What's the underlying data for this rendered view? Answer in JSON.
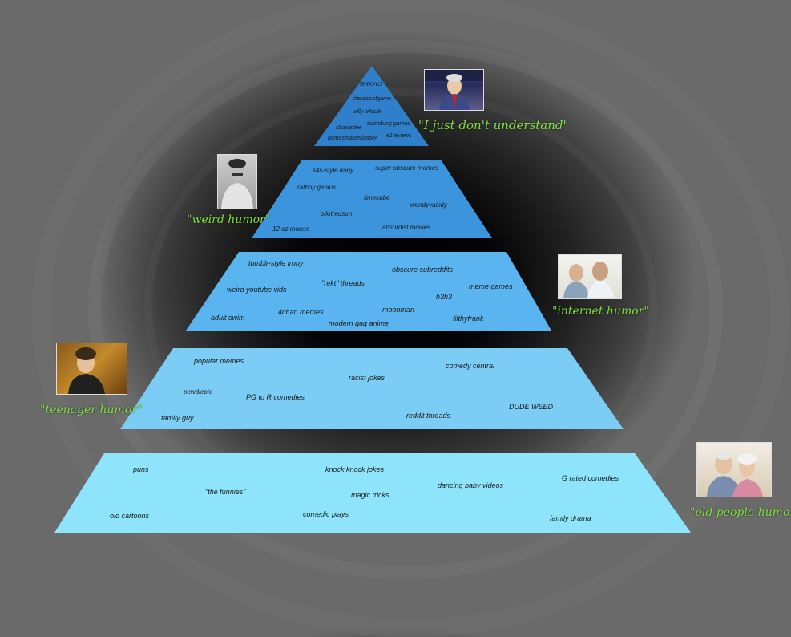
{
  "tiers": {
    "top": [
      "GHXYKJ",
      "classicsofgame",
      "willy whistle",
      "cboyardee",
      "quimdung games",
      "gamesmasterjasper",
      "e1reviews"
    ],
    "weird": [
      "s4s-style irony",
      "super obscure memes",
      "ratboy genius",
      "timecube",
      "wendyvainity",
      "pilotredsun",
      "12 oz mouse",
      "absurdist movies"
    ],
    "internet": [
      "tumblr-style irony",
      "obscure subreddits",
      "\"rekt\" threads",
      "weird youtube vids",
      "meme games",
      "h3h3",
      "moonman",
      "4chan memes",
      "adult swim",
      "filthyfrank",
      "modern gag anime"
    ],
    "teen": [
      "popular memes",
      "comedy central",
      "racist jokes",
      "pewdiepie",
      "PG to R comedies",
      "DUDE WEED",
      "family guy",
      "reddit threads"
    ],
    "old": [
      "puns",
      "knock knock jokes",
      "G rated comedies",
      "dancing baby videos",
      "\"the funnies\"",
      "magic tricks",
      "old cartoons",
      "comedic plays",
      "family drama"
    ]
  },
  "captions": {
    "top": "\"I just don't understand\"",
    "weird": "\"weird humor\"",
    "internet": "\"internet humor\"",
    "teen": "\"teenager humor\"",
    "old": "\"old people humor\""
  },
  "colors": {
    "tier_top": "#2f7fca",
    "tier_weird": "#3c94dc",
    "tier_internet": "#5ab4f0",
    "tier_teen": "#7ccdf6",
    "tier_old": "#8ee5fb",
    "caption": "#7ee03c"
  }
}
